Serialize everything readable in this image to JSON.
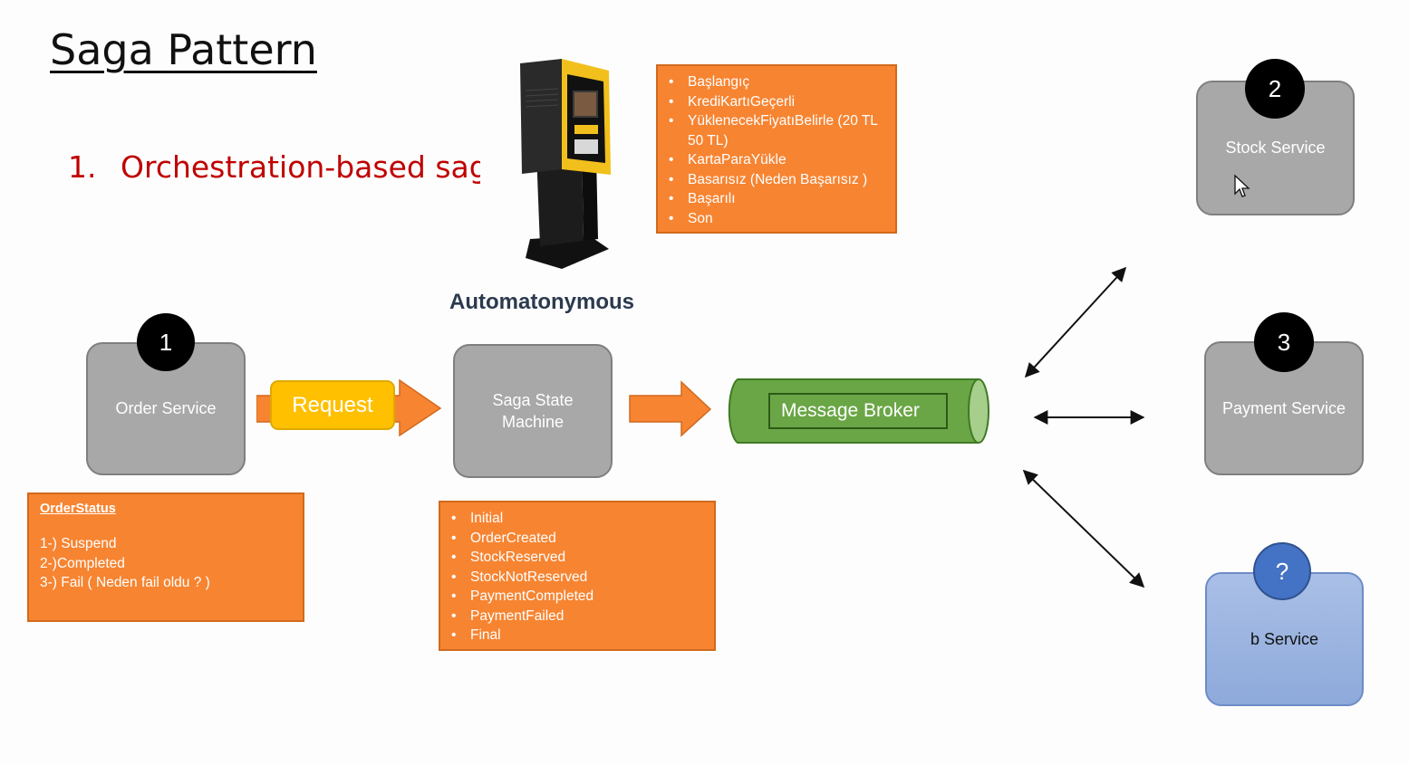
{
  "title": "Saga Pattern",
  "subtitle": {
    "number": "1.",
    "text": "Orchestration-based saga"
  },
  "automaton_label": "Automatonymous",
  "states_box": {
    "items": [
      "Başlangıç",
      "KrediKartıGeçerli",
      "YüklenecekFiyatıBelirle (20 TL 50 TL)",
      "KartaParaYükle",
      "Basarısız (Neden Başarısız )",
      "Başarılı",
      "Son"
    ]
  },
  "services": {
    "order": {
      "badge": "1",
      "label": "Order Service"
    },
    "stock": {
      "badge": "2",
      "label": "Stock Service"
    },
    "payment": {
      "badge": "3",
      "label": "Payment Service"
    },
    "b": {
      "badge": "?",
      "label": "b Service"
    }
  },
  "request_label": "Request",
  "saga_machine": {
    "line1": "Saga State",
    "line2": "Machine"
  },
  "message_broker": "Message Broker",
  "order_status_box": {
    "title": "OrderStatus",
    "lines": [
      "1-) Suspend",
      "2-)Completed",
      "3-) Fail ( Neden fail oldu ? )"
    ]
  },
  "saga_states_box": {
    "items": [
      "Initial",
      "OrderCreated",
      "StockReserved",
      "StockNotReserved",
      "PaymentCompleted",
      "PaymentFailed",
      "Final"
    ]
  },
  "colors": {
    "orange": "#f78431",
    "gray_service": "#a8a8a8",
    "broker_green": "#6aa646",
    "request_yellow": "#ffc000",
    "subtitle_red": "#c00000",
    "b_service_blue": "#8eaadb",
    "badge_blue": "#4472c4"
  },
  "icons": {
    "kiosk": "payment-kiosk-image",
    "cursor": "mouse-cursor-icon"
  }
}
